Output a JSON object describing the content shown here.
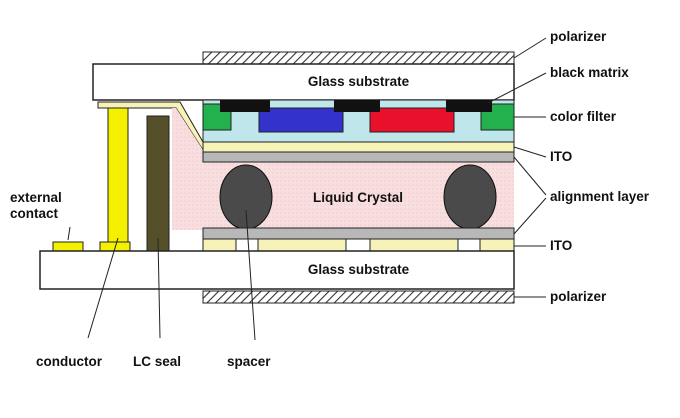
{
  "diagram": {
    "inner_labels": {
      "glass_top": "Glass substrate",
      "glass_bottom": "Glass substrate",
      "liquid_crystal": "Liquid Crystal"
    },
    "callouts": {
      "polarizer_top": "polarizer",
      "black_matrix": "black matrix",
      "color_filter": "color filter",
      "ito_top": "ITO",
      "alignment_layer": "alignment layer",
      "ito_bottom": "ITO",
      "polarizer_bottom": "polarizer",
      "external_contact": "external\ncontact",
      "conductor": "conductor",
      "lc_seal": "LC seal",
      "spacer": "spacer"
    },
    "colors": {
      "glass": "#ffffff",
      "outline": "#222222",
      "black_matrix": "#111111",
      "filter_green": "#22b14c",
      "filter_blue": "#3333cc",
      "filter_red": "#e8102a",
      "overcoat": "#bfe6ea",
      "ito": "#f7f2b8",
      "alignment": "#b8b8b8",
      "liquid_crystal": "#f8dede",
      "spacer": "#4a4a4a",
      "conductor": "#f5f000",
      "lc_seal": "#55502a",
      "contact_pad": "#f5f000",
      "polarizer_hatch": "#333333"
    }
  }
}
